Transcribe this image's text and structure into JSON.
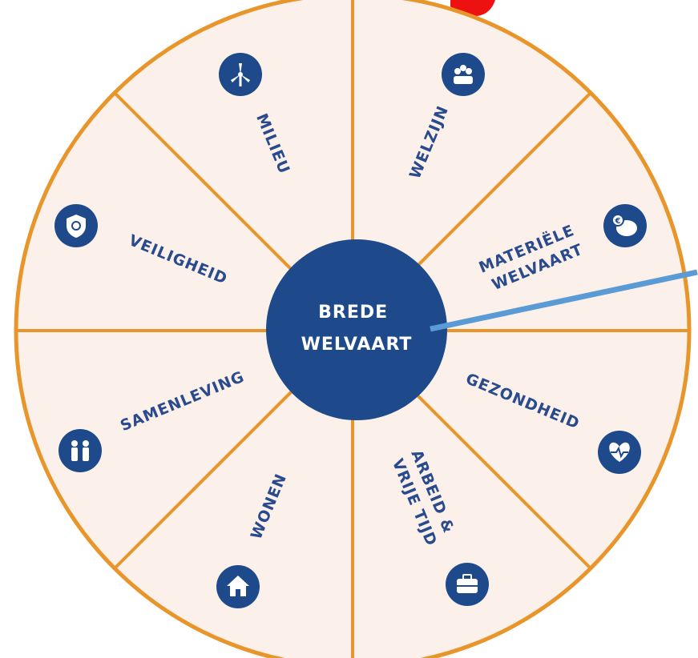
{
  "center": {
    "line1": "BREDE",
    "line2": "WELVAART"
  },
  "colors": {
    "ring": "#e8952b",
    "fill": "#fbf1ea",
    "navy": "#1e4a8c",
    "label": "#2a4a8e",
    "pointer": "#5b9bd5",
    "accent": "#ee1111"
  },
  "segments": [
    {
      "lines": [
        "MILIEU"
      ],
      "icon": "wind-turbine-icon"
    },
    {
      "lines": [
        "WELZIJN"
      ],
      "icon": "group-icon"
    },
    {
      "lines": [
        "MATERIËLE",
        "WELVAART"
      ],
      "icon": "piggy-bank-icon"
    },
    {
      "lines": [
        "GEZONDHEID"
      ],
      "icon": "heart-pulse-icon"
    },
    {
      "lines": [
        "ARBEID &",
        "VRIJE TIJD"
      ],
      "icon": "briefcase-icon"
    },
    {
      "lines": [
        "WONEN"
      ],
      "icon": "house-icon"
    },
    {
      "lines": [
        "SAMENLEVING"
      ],
      "icon": "people-icon"
    },
    {
      "lines": [
        "VEILIGHEID"
      ],
      "icon": "shield-icon"
    }
  ]
}
